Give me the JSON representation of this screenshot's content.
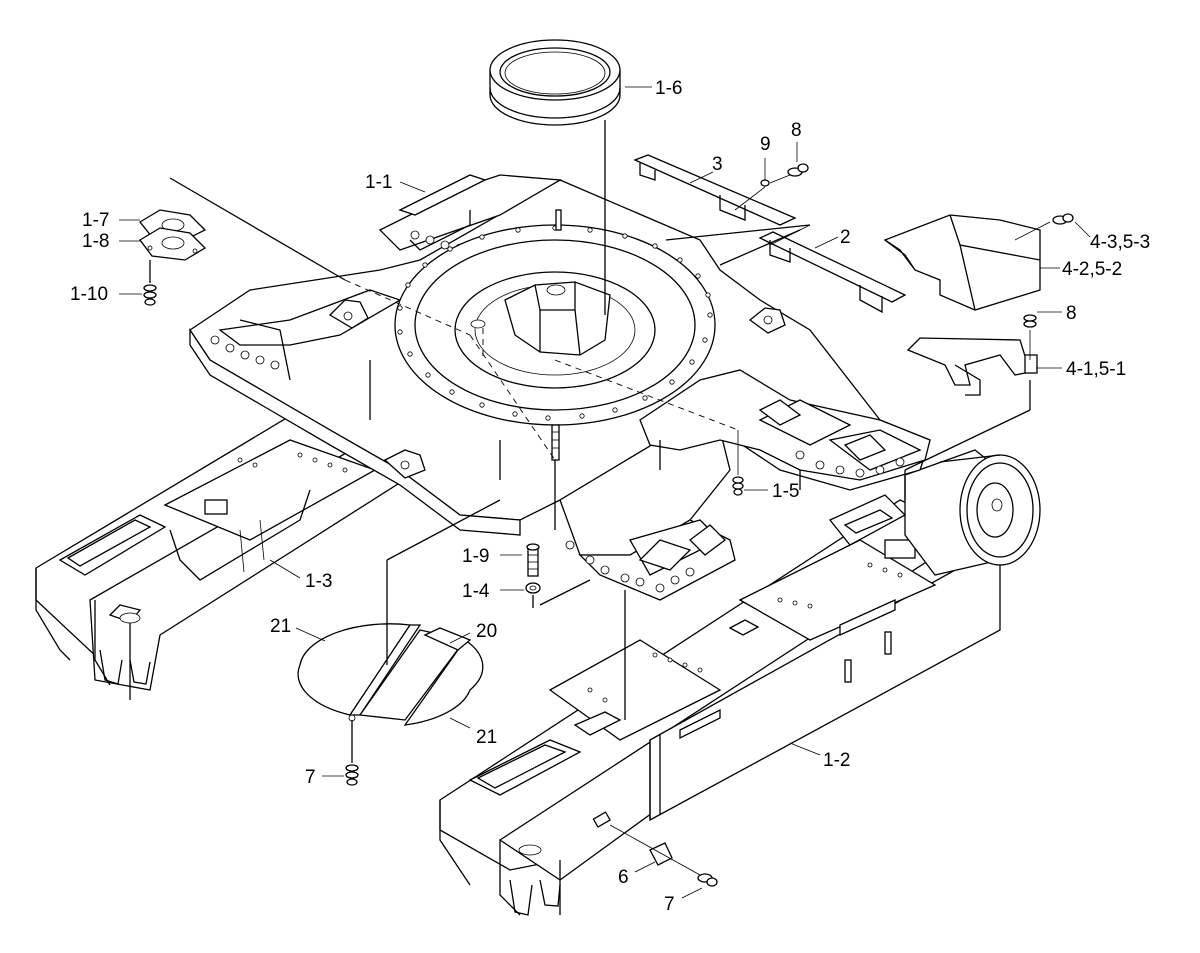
{
  "labels": {
    "l_1_6": "1-6",
    "l_1_1": "1-1",
    "l_3": "3",
    "l_9": "9",
    "l_8a": "8",
    "l_2": "2",
    "l_1_7": "1-7",
    "l_1_8": "1-8",
    "l_1_10": "1-10",
    "l_4_3": "4-3,5-3",
    "l_4_2": "4-2,5-2",
    "l_8b": "8",
    "l_4_1": "4-1,5-1",
    "l_1_5": "1-5",
    "l_1_3": "1-3",
    "l_1_9": "1-9",
    "l_1_4": "1-4",
    "l_21a": "21",
    "l_20": "20",
    "l_21b": "21",
    "l_7a": "7",
    "l_1_2": "1-2",
    "l_6": "6",
    "l_7b": "7"
  }
}
